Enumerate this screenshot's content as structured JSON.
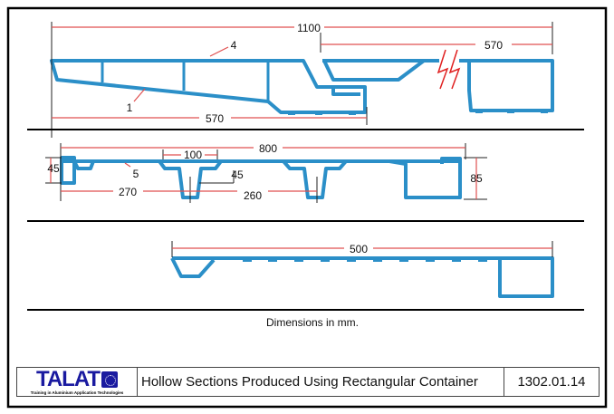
{
  "dimensions": {
    "top_overall": "1100",
    "top_right": "570",
    "top_bottom": "570",
    "top_note_4": "4",
    "top_note_1": "1",
    "mid_overall": "800",
    "mid_web": "100",
    "mid_left_height": "45",
    "mid_inner_height": "45",
    "mid_note_5": "5",
    "mid_right_height": "85",
    "mid_left_span": "270",
    "mid_mid_span": "260",
    "bottom_overall": "500"
  },
  "caption": "Dimensions in mm.",
  "footer": {
    "logo_text": "TALAT",
    "logo_subtitle": "Training in Aluminium Application Technologies",
    "title": "Hollow Sections Produced Using Rectangular Container",
    "number": "1302.01.14"
  },
  "colors": {
    "profile": "#2b8fc8",
    "dimension": "#e05050"
  }
}
